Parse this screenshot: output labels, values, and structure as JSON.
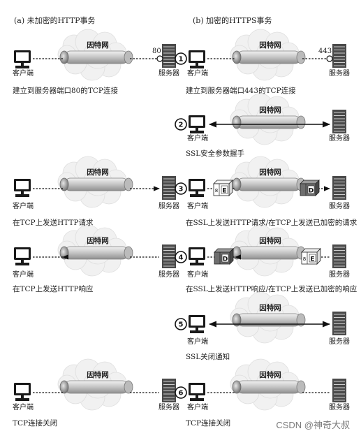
{
  "headings": {
    "a": "(a) 未加密的HTTP事务",
    "b": "(b) 加密的HTTPS事务"
  },
  "labels": {
    "client": "客户端",
    "server": "服务器",
    "internet": "因特网",
    "port_http": "80",
    "port_https": "443",
    "key_d": "D",
    "key_e": "E",
    "key_num": "8"
  },
  "captions": {
    "a1": "建立到服务器端口80的TCP连接",
    "b1": "建立到服务器端口443的TCP连接",
    "b2": "SSL安全参数握手",
    "a3": "在TCP上发送HTTP请求",
    "b3": "在SSL上发送HTTP请求/在TCP上发送已加密的请求",
    "a4": "在TCP上发送HTTP响应",
    "b4": "在SSL上发送HTTP响应/在TCP上发送已加密的响应",
    "b5": "SSL关闭通知",
    "a6": "TCP连接关闭",
    "b6": "TCP连接关闭"
  },
  "steps": [
    "1",
    "2",
    "3",
    "4",
    "5",
    "6"
  ],
  "watermark": "CSDN @神奇大叔"
}
